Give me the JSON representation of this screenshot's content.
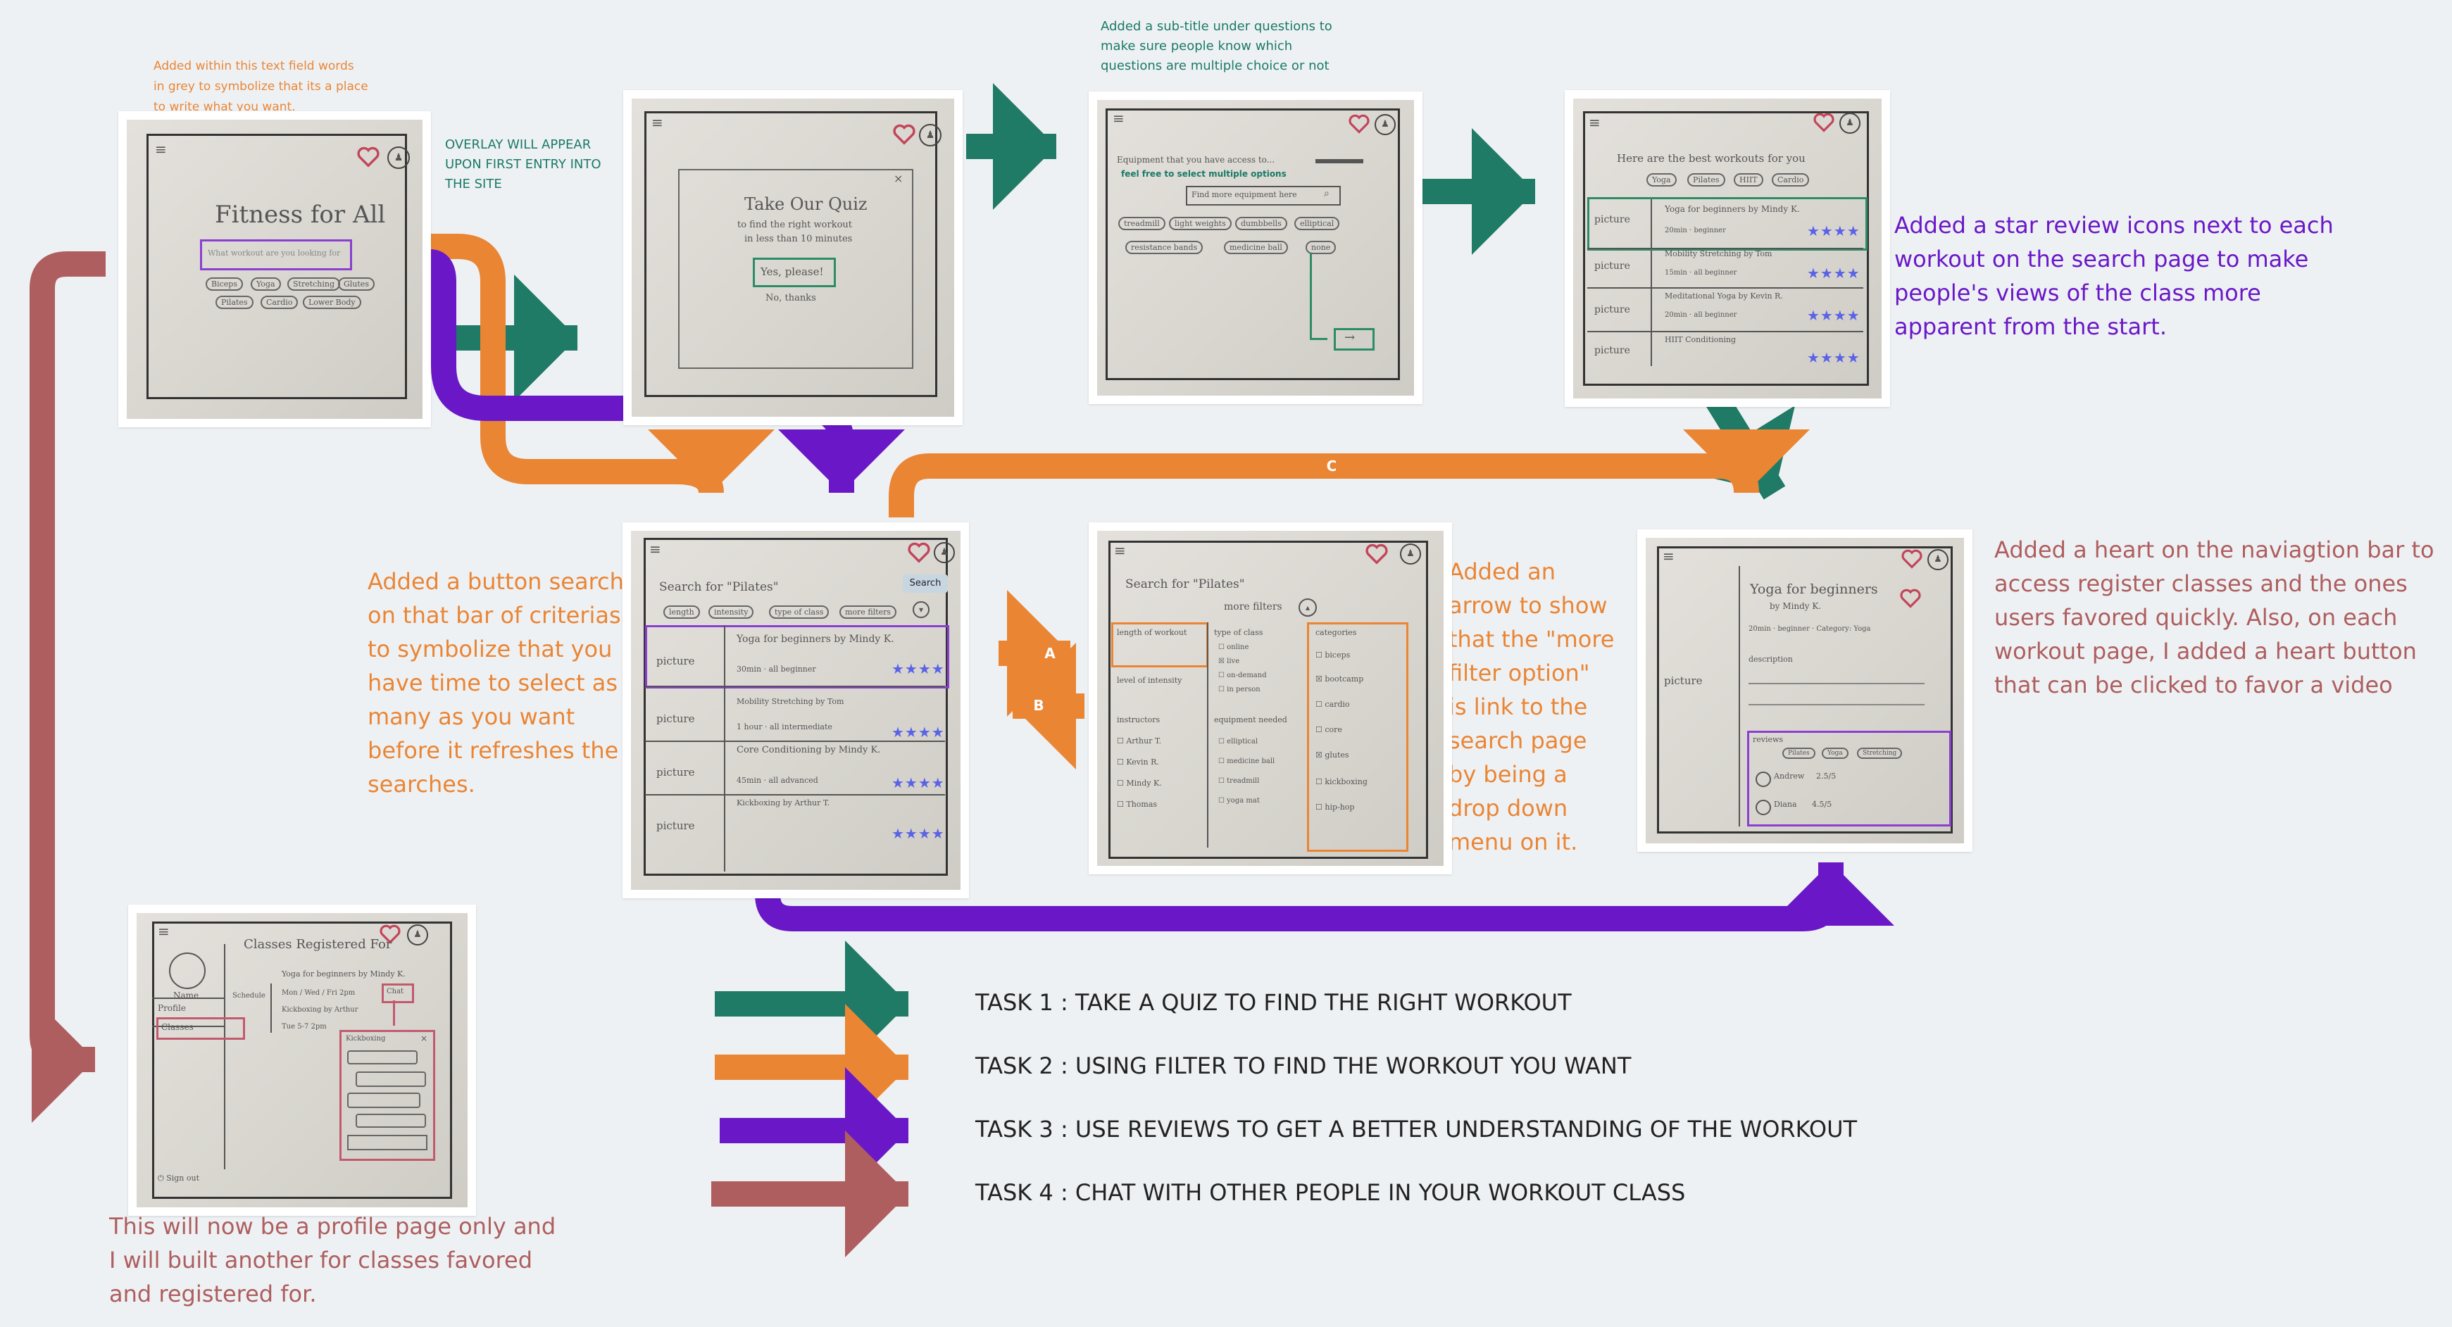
{
  "annotations": {
    "text_field_note": [
      "Added  within this text field words",
      "in grey to symbolize that its a place",
      "to write what you want."
    ],
    "overlay_note": [
      "OVERLAY WILL APPEAR",
      "UPON FIRST ENTRY INTO",
      "THE SITE"
    ],
    "subtitle_note": [
      "Added a  sub-title under questions to",
      "make sure people know which",
      "questions are multiple choice or not"
    ],
    "star_note": [
      "Added a star review icons  next to each",
      "workout on the search page to make",
      "people's views of the class more",
      "apparent from the start."
    ],
    "search_button_note": [
      "Added a button search",
      "on that bar of criterias",
      "to symbolize that you",
      "have time to select as",
      "many as you want",
      "before it refreshes the",
      "searches."
    ],
    "arrow_note": [
      "Added an",
      "arrow to show",
      "that the \"more",
      "filter option\"",
      "is link to the",
      "search page",
      "by being a",
      "drop down",
      "menu on it."
    ],
    "heart_note": [
      "Added a heart on the naviagtion bar to",
      "access register classes and the ones",
      "users favored quickly. Also, on each",
      "workout page, I added a heart button",
      "that can be clicked to favor a video"
    ],
    "profile_note": [
      "This will now be a profile page only and",
      "I will built another for classes favored",
      "and registered for."
    ]
  },
  "badges": {
    "a": "A",
    "b": "B",
    "c": "C"
  },
  "legend": [
    {
      "label": "TASK 1 : TAKE A QUIZ TO FIND THE RIGHT WORKOUT",
      "color": "#1f7a66"
    },
    {
      "label": "TASK 2 : USING FILTER TO FIND THE WORKOUT YOU WANT",
      "color": "#ea8534"
    },
    {
      "label": "TASK 3 : USE REVIEWS TO GET A BETTER UNDERSTANDING OF THE WORKOUT",
      "color": "#6a18c7"
    },
    {
      "label": "TASK 4 : CHAT WITH OTHER PEOPLE IN YOUR WORKOUT CLASS",
      "color": "#ae5e5e"
    }
  ],
  "sketches": {
    "home": {
      "title": "Fitness for All",
      "search_placeholder": "What workout are you looking for",
      "tags": [
        "Biceps",
        "Yoga",
        "Pilates",
        "Stretching",
        "Cardio",
        "Glutes",
        "Lower Body"
      ]
    },
    "quiz_overlay": {
      "title": "Take Our Quiz",
      "subtitle": "to find the right workout",
      "subtitle2": "in less than 10 minutes",
      "button": "Yes, please!",
      "skip": "No, thanks"
    },
    "quiz_question": {
      "question": "Equipment that you have access to...",
      "subtitle": "feel free to select multiple options",
      "search": "Find more equipment here",
      "options": [
        "treadmill",
        "light weights",
        "dumbbells",
        "elliptical",
        "resistance bands",
        "medicine ball",
        "none"
      ]
    },
    "results": {
      "title": "Here are the best workouts for you",
      "tags": [
        "Yoga",
        "Pilates",
        "HIIT",
        "Cardio"
      ],
      "rows": [
        {
          "picture": "picture",
          "name": "Yoga for beginners by Mindy K.",
          "meta": "20min · beginner",
          "stars": "★★★★"
        },
        {
          "picture": "picture",
          "name": "Mobility Stretching by Tom",
          "meta": "15min · all beginner",
          "stars": "★★★★"
        },
        {
          "picture": "picture",
          "name": "Meditational Yoga by Kevin R.",
          "meta": "20min · all beginner",
          "stars": "★★★★"
        },
        {
          "picture": "picture",
          "name": "HIIT Conditioning",
          "meta": "",
          "stars": "★★★★"
        }
      ]
    },
    "search": {
      "title": "Search for \"Pilates\"",
      "search_button": "Search",
      "filters": [
        "length",
        "intensity",
        "type of class",
        "more filters"
      ],
      "rows": [
        {
          "picture": "picture",
          "name": "Yoga for beginners by Mindy K.",
          "meta": "30min · all beginner",
          "stars": "★★★★"
        },
        {
          "picture": "picture",
          "name": "Mobility Stretching by Tom",
          "meta": "1 hour · all intermediate",
          "stars": "★★★★"
        },
        {
          "picture": "picture",
          "name": "Core Conditioning by Mindy K.",
          "meta": "45min · all advanced",
          "stars": "★★★★"
        },
        {
          "picture": "picture",
          "name": "Kickboxing by Arthur T.",
          "meta": "",
          "stars": "★★★★"
        }
      ]
    },
    "filters": {
      "title": "Search for \"Pilates\"",
      "more": "more filters",
      "col1": [
        "length of workout",
        "level of intensity",
        "instructors",
        "Arthur T.",
        "Kevin R.",
        "Mindy K.",
        "Thomas"
      ],
      "col2": [
        "type of class",
        "online",
        "live",
        "on-demand",
        "in person",
        "equipment needed",
        "elliptical",
        "medicine ball",
        "treadmill",
        "yoga mat"
      ],
      "col3": [
        "categories",
        "biceps",
        "bootcamp",
        "cardio",
        "core",
        "glutes",
        "kickboxing",
        "hip-hop"
      ]
    },
    "workout": {
      "picture": "picture",
      "title": "Yoga for beginners",
      "by": "by Mindy K.",
      "meta": "20min · beginner · Category: Yoga",
      "description": "description",
      "reviews": "reviews",
      "review_tags": [
        "Pilates",
        "Yoga",
        "Stretching"
      ],
      "reviewers": [
        {
          "name": "Andrew",
          "score": "2.5/5"
        },
        {
          "name": "Diana",
          "score": "4.5/5"
        }
      ]
    },
    "profile": {
      "title": "Classes Registered For",
      "name": "Name",
      "nav": [
        "Profile",
        "Classes"
      ],
      "schedule": "Schedule",
      "rows": [
        "Yoga for beginners by Mindy K.",
        "Mon / Wed / Fri  2pm",
        "Kickboxing by Arthur",
        "Tue  5-7  2pm"
      ],
      "chat_button": "Chat",
      "chat_title": "Kickboxing",
      "sign_out": "Sign out"
    }
  }
}
